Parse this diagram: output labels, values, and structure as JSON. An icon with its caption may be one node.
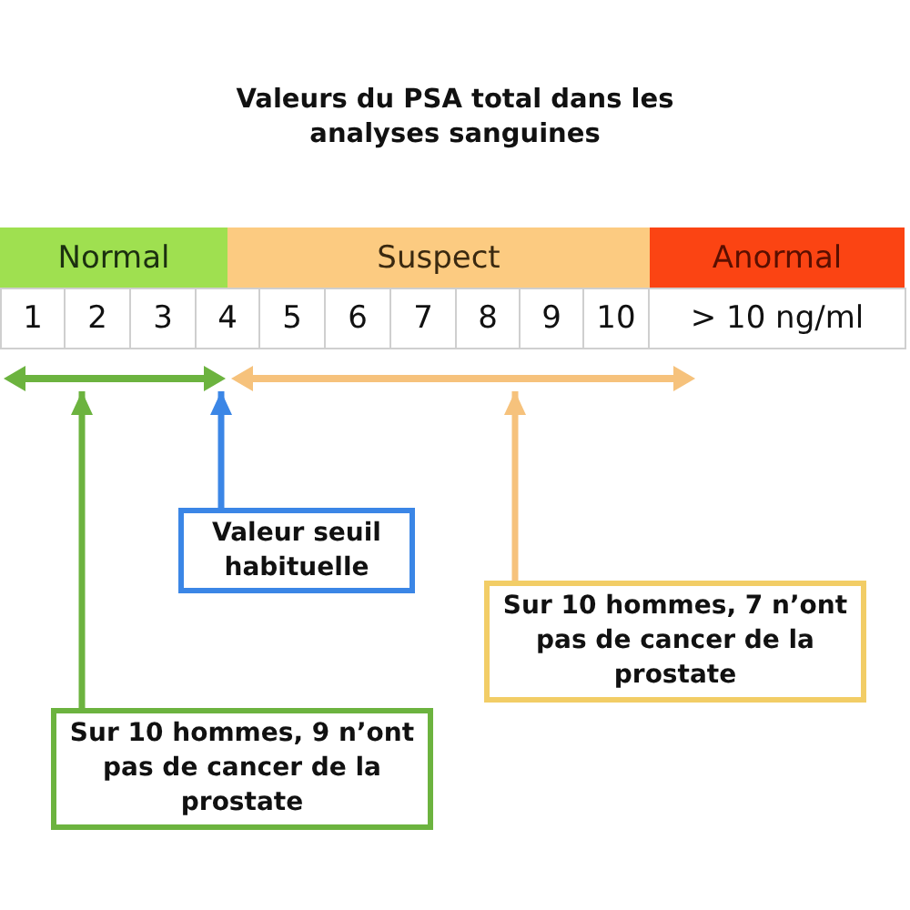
{
  "diagram": {
    "title": "Valeurs du PSA total dans les analyses sanguines",
    "nodes": [
      {
        "text": [],
        "shape": "arrow"
      },
      {
        "text": [],
        "shape": "arrow"
      },
      {
        "text": [
          "Valeur seuil habituelle"
        ]
      },
      {
        "text": [
          "Sur 10 hommes, 7 n’ont pas de cancer de la prostate"
        ]
      },
      {
        "text": [
          "Sur 10 hommes, 9 n’ont pas de cancer de la prostate"
        ]
      }
    ],
    "edges": [
      {
        "from": 2,
        "to": 0,
        "arrow": "to",
        "color": "#3b86e6"
      },
      {
        "from": 3,
        "to": 1,
        "arrow": "to",
        "color": "#f6c27c"
      },
      {
        "from": 4,
        "to": 0,
        "arrow": "to",
        "color": "#6cb33f"
      }
    ],
    "labels": [
      "Normal",
      "Suspect",
      "Anormal",
      "1",
      "2",
      "3",
      "4",
      "5",
      "6",
      "7",
      "8",
      "9",
      "10",
      "> 10 ng/ml"
    ]
  }
}
